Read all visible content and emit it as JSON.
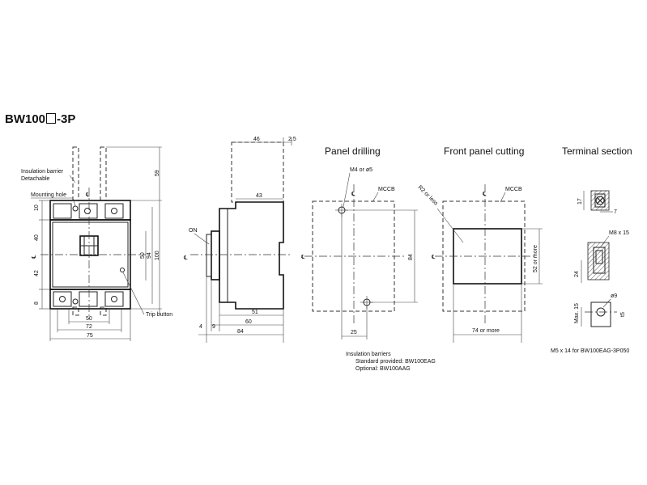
{
  "title": {
    "prefix": "BW100",
    "suffix": "-3P"
  },
  "headings": {
    "panel_drilling": "Panel drilling",
    "front_panel_cutting": "Front panel cutting",
    "terminal_section": "Terminal section"
  },
  "front_view": {
    "insulation_barrier_1": "Insulation barrier",
    "insulation_barrier_2": "Detachable",
    "mounting_hole": "Mounting hole",
    "trip_button": "Trip button",
    "dim_59": "59",
    "dim_10": "10",
    "dim_40": "40",
    "dim_42": "42",
    "dim_8": "8",
    "dim_50v": "50",
    "dim_94": "94",
    "dim_100": "100",
    "dim_50h": "50",
    "dim_72": "72",
    "dim_75": "75"
  },
  "side_view": {
    "on_label": "ON",
    "dim_46": "46",
    "dim_2_5": "2.5",
    "dim_43": "43",
    "dim_51": "51",
    "dim_60": "60",
    "dim_84": "84",
    "dim_4": "4",
    "dim_9": "9"
  },
  "panel_drilling": {
    "hole_label": "M4 or ø5",
    "mccb_label": "MCCB",
    "dim_84": "84",
    "dim_25": "25",
    "barriers_1": "Insulation barriers",
    "barriers_2": "Standard provided: BW100EAG",
    "barriers_3": "Optional: BW100AAG"
  },
  "front_cutting": {
    "mccb_label": "MCCB",
    "r2_label": "R2 or less",
    "dim_52": "52 or more",
    "dim_74": "74 or more"
  },
  "terminal": {
    "dim_17": "17",
    "dim_7": "7",
    "m8_label": "M8 x 15",
    "dim_24": "24",
    "dia_9": "ø9",
    "max15": "Max. 15",
    "dim_t5": "t5",
    "note": "M5 x 14 for BW100EAG-3P050"
  }
}
